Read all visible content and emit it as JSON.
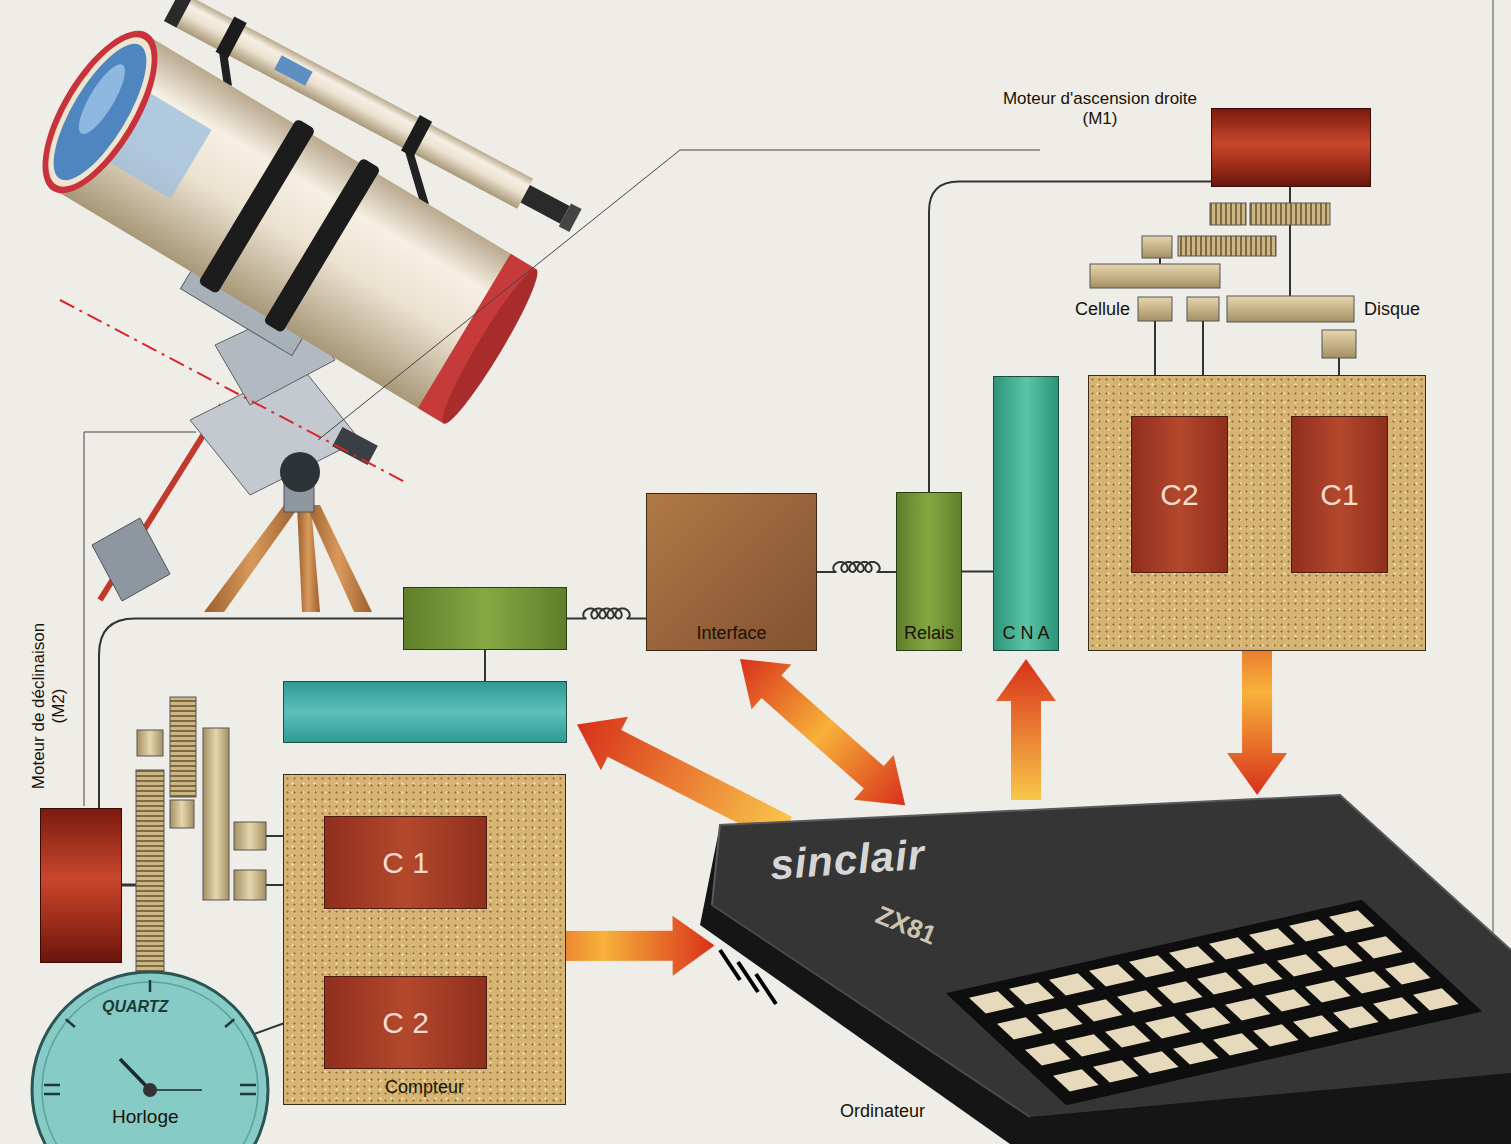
{
  "diagram": {
    "nodes": [
      {
        "text": [
          "Moteur d'ascension droite (M1)"
        ]
      },
      {
        "text": [
          "C N A"
        ]
      },
      {
        "text": []
      },
      {
        "text": [
          "C2"
        ],
        "in": 2
      },
      {
        "text": [
          "C1"
        ],
        "in": 2
      },
      {
        "text": [
          "Interface"
        ]
      },
      {
        "text": [
          "Relais"
        ]
      },
      {
        "text": []
      },
      {
        "text": [
          "Moteur de déclinaison (M2)"
        ]
      },
      {
        "text": []
      },
      {
        "text": [
          "Compteur"
        ]
      },
      {
        "text": [
          "C 1"
        ],
        "in": 10
      },
      {
        "text": [
          "C 2"
        ],
        "in": 10
      },
      {
        "text": [
          "QUARTZ",
          "Horloge"
        ]
      },
      {
        "text": [
          "sinclair",
          "ZX81",
          "Ordinateur"
        ]
      }
    ],
    "edges": [
      {
        "from": 14,
        "to": 2,
        "arrow": "both"
      },
      {
        "from": 14,
        "to": 5,
        "arrow": "both"
      },
      {
        "from": 14,
        "to": 1,
        "arrow": "to"
      },
      {
        "from": 14,
        "to": 9,
        "arrow": "to"
      },
      {
        "from": 14,
        "to": 10,
        "arrow": "both"
      },
      {
        "from": 5,
        "to": 6,
        "arrow": "none"
      },
      {
        "from": 7,
        "to": 5,
        "arrow": "none"
      },
      {
        "from": 6,
        "to": 1,
        "arrow": "none"
      },
      {
        "from": 6,
        "to": 0,
        "arrow": "none"
      },
      {
        "from": 7,
        "to": 9,
        "arrow": "none"
      },
      {
        "from": 7,
        "to": 8,
        "arrow": "none"
      },
      {
        "from": 13,
        "to": 12,
        "arrow": "none"
      }
    ],
    "labels": [
      "Cellule",
      "Disque"
    ]
  }
}
